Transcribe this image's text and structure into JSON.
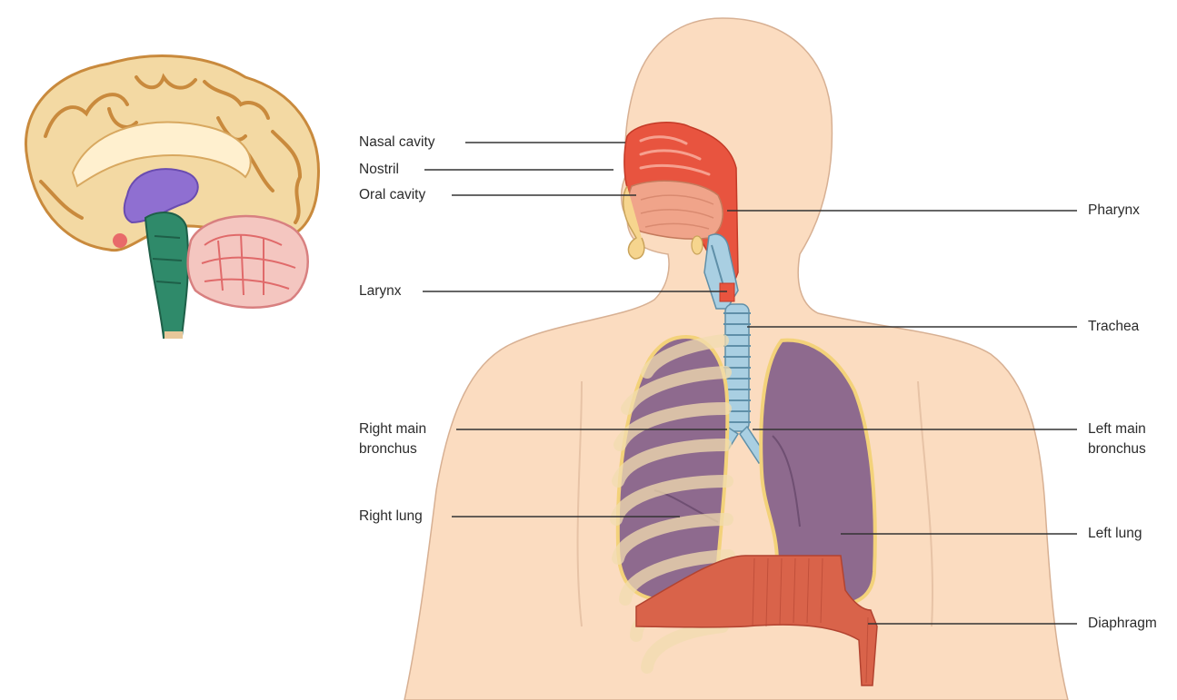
{
  "labels": {
    "nasal_cavity": "Nasal cavity",
    "nostril": "Nostril",
    "oral_cavity": "Oral cavity",
    "pharynx": "Pharynx",
    "larynx": "Larynx",
    "trachea": "Trachea",
    "right_main_bronchus": [
      "Right main",
      "bronchus"
    ],
    "left_main_bronchus": [
      "Left main",
      "bronchus"
    ],
    "right_lung": "Right lung",
    "left_lung": "Left lung",
    "diaphragm": "Diaphragm"
  },
  "colors": {
    "skin": "#fbdcc0",
    "skin_outline": "#c9a487",
    "lung": "#8e6a8e",
    "lung_dark": "#6f4f72",
    "pleura": "#f3d27a",
    "airway_red": "#e8543f",
    "trachea_blue": "#a9cfe2",
    "rib": "#f2ddb0",
    "diaphragm": "#d9634a",
    "brain": "#f3d9a3",
    "brain_outline": "#c98a3d",
    "leader_line": "#333333"
  }
}
